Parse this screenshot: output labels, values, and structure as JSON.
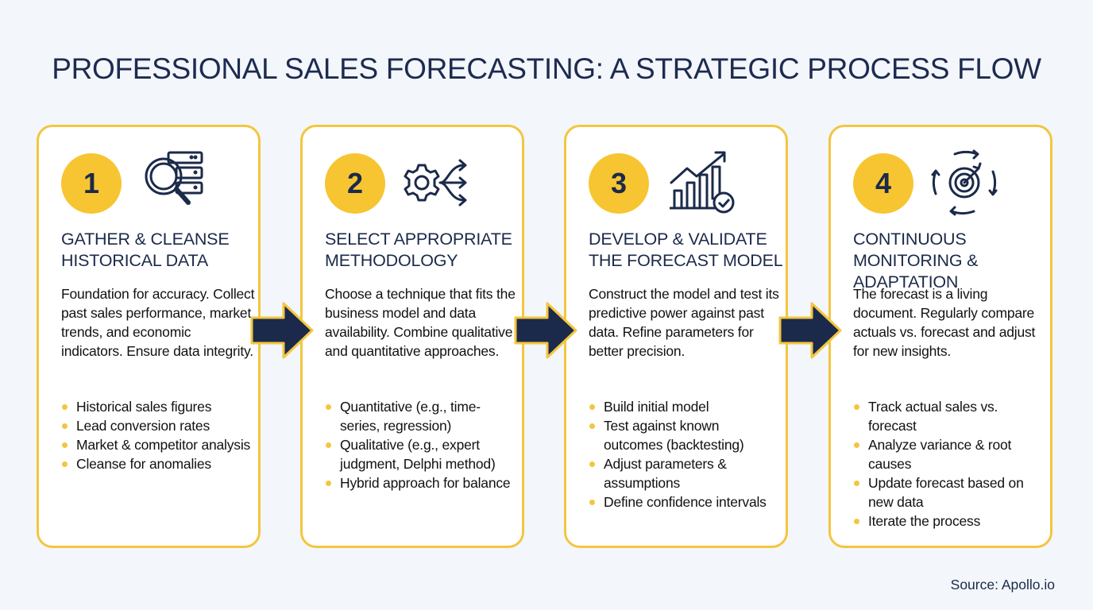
{
  "title": "PROFESSIONAL SALES FORECASTING: A STRATEGIC PROCESS FLOW",
  "colors": {
    "accent": "#f3c63f",
    "navy": "#1b2a4a",
    "background": "#f3f6fa"
  },
  "steps": [
    {
      "number": "1",
      "icon": "magnifier-database-icon",
      "heading": "GATHER & CLEANSE HISTORICAL DATA",
      "description": "Foundation for accuracy. Collect past sales performance, market trends, and economic indicators. Ensure data integrity.",
      "bullets": [
        "Historical sales figures",
        "Lead conversion rates",
        "Market & competitor analysis",
        "Cleanse for anomalies"
      ]
    },
    {
      "number": "2",
      "icon": "gear-branching-arrows-icon",
      "heading": "SELECT APPROPRIATE METHODOLOGY",
      "description": "Choose a technique that fits the business model and data availability. Combine qualitative and quantitative approaches.",
      "bullets": [
        "Quantitative (e.g., time-series, regression)",
        "Qualitative (e.g., expert judgment, Delphi method)",
        "Hybrid approach for balance"
      ]
    },
    {
      "number": "3",
      "icon": "growth-chart-check-icon",
      "heading": "DEVELOP & VALIDATE THE FORECAST MODEL",
      "description": "Construct the model and test its predictive power against past data. Refine parameters for better precision.",
      "bullets": [
        "Build initial model",
        "Test against known outcomes (backtesting)",
        "Adjust parameters & assumptions",
        "Define confidence intervals"
      ]
    },
    {
      "number": "4",
      "icon": "target-cycle-icon",
      "heading": "CONTINUOUS MONITORING & ADAPTATION",
      "description": "The forecast is a living document. Regularly compare actuals vs. forecast and adjust for new insights.",
      "bullets": [
        "Track actual sales vs. forecast",
        "Analyze variance & root causes",
        "Update forecast based on new data",
        "Iterate the process"
      ]
    }
  ],
  "source": "Source: Apollo.io"
}
